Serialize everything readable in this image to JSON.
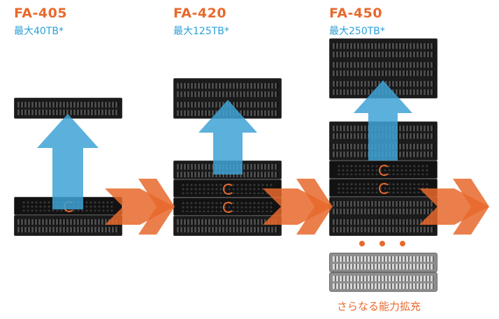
{
  "models": [
    {
      "name": "FA-405",
      "capacity": "最大40TB*"
    },
    {
      "name": "FA-420",
      "capacity": "最大125TB*"
    },
    {
      "name": "FA-450",
      "capacity": "最大250TB*"
    }
  ],
  "expansion_note": "さらなる能力拡充",
  "colors": {
    "accent_orange": "#e8692c",
    "accent_blue": "#2aa0d8",
    "arrow_blue": "#3ea2d6",
    "hardware_dark": "#1b1b1b",
    "hardware_gray": "#8e8e8e"
  },
  "icons": [
    "up-arrow-icon",
    "right-arrow-icon",
    "pure-logo-icon",
    "ellipsis-dots-icon"
  ]
}
